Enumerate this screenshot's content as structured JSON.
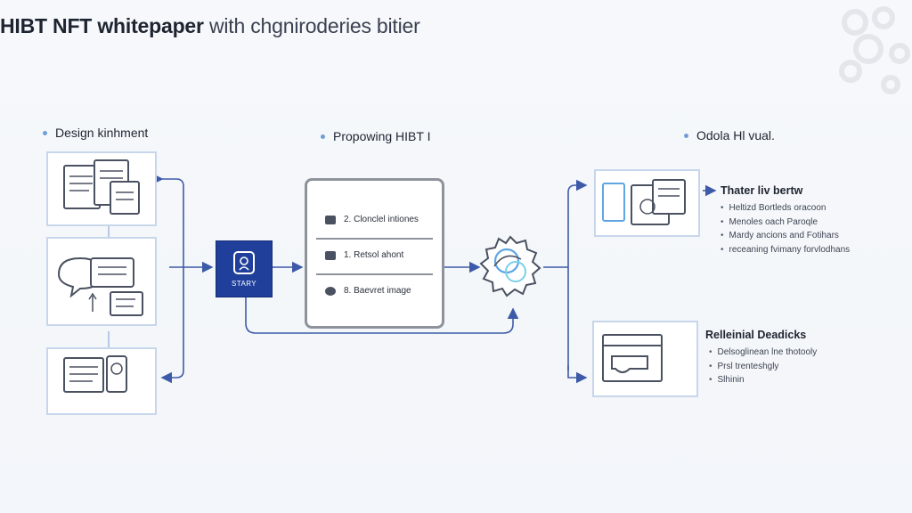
{
  "title": {
    "main": "HIBT NFT whitepaper",
    "sub": "with chgniroderies bitier"
  },
  "columns": {
    "left": {
      "heading": "Design kinhment"
    },
    "middle": {
      "heading": "Propowing HIBT I"
    },
    "right": {
      "heading": "Odola Hl vual."
    }
  },
  "start": {
    "label": "STARY"
  },
  "steps": [
    {
      "label": "2. Clonclel intiones"
    },
    {
      "label": "1. Retsol ahont"
    },
    {
      "label": "8. Baevret image"
    }
  ],
  "outputs": [
    {
      "heading": "Thater liv bertw",
      "bullets": [
        "Heltizd Bortleds oracoon",
        "Menoles oach Paroqle",
        "Mardy ancions and Fotihars",
        "receaning fvimany forvlodhans"
      ]
    },
    {
      "heading": "Relleinial Deadicks",
      "bullets": [
        "Delsoglinean lne thotooly",
        "Prsl trenteshgly",
        "Slhinin"
      ]
    }
  ],
  "colors": {
    "accent": "#1f3f9b",
    "arrow": "#3d5aa8",
    "card_border": "#c8d6ec",
    "gear": "#4a6fd0"
  },
  "icons": [
    "document-stack-icon",
    "chat-document-icon",
    "tablet-document-icon",
    "start-icon",
    "gear-icon",
    "window-icon"
  ]
}
